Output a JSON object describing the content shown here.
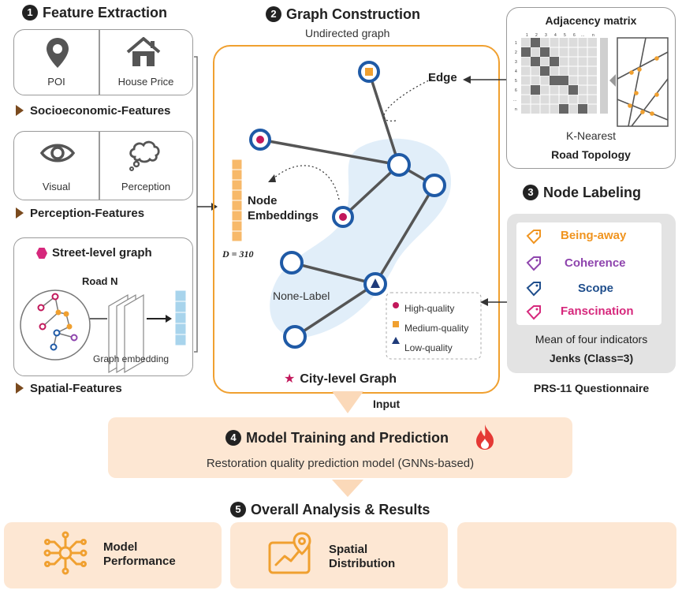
{
  "feature_extraction": {
    "num": "1",
    "title": "Feature Extraction",
    "poi_label": "POI",
    "house_label": "House Price",
    "socio_title": "Socioeconomic-Features",
    "visual_label": "Visual",
    "perception_label": "Perception",
    "perception_title": "Perception-Features",
    "street_title": "Street-level graph",
    "road_label": "Road N",
    "graph_emb_label": "Graph embedding",
    "spatial_title": "Spatial-Features"
  },
  "graph_construction": {
    "num": "2",
    "title": "Graph Construction",
    "subtitle": "Undirected graph",
    "edge_label": "Edge",
    "node_emb_label_1": "Node",
    "node_emb_label_2": "Embeddings",
    "dim_label": "D = 310",
    "none_label": "None-Label",
    "legend_high": "High-quality",
    "legend_medium": "Medium-quality",
    "legend_low": "Low-quality",
    "city_label": "City-level Graph",
    "input_label": "Input"
  },
  "adjacency": {
    "title": "Adjacency matrix",
    "col_ticks": [
      "1",
      "2",
      "3",
      "4",
      "5",
      "6",
      "...",
      "n"
    ],
    "row_ticks": [
      "1",
      "2",
      "3",
      "4",
      "5",
      "6",
      "...",
      "n"
    ],
    "k_nearest": "K-Nearest",
    "road_topology": "Road Topology"
  },
  "node_labeling": {
    "num": "3",
    "title": "Node Labeling",
    "items": [
      {
        "label": "Being-away",
        "color": "#f0941f"
      },
      {
        "label": "Coherence",
        "color": "#8e44ad"
      },
      {
        "label": "Scope",
        "color": "#1f4e8c"
      },
      {
        "label": "Fanscination",
        "color": "#d6287c"
      }
    ],
    "mean_label": "Mean of four indicators",
    "jenks_label": "Jenks (Class=3)",
    "questionnaire": "PRS-11 Questionnaire"
  },
  "model": {
    "num": "4",
    "title": "Model Training and Prediction",
    "subtitle": "Restoration quality prediction model (GNNs-based)"
  },
  "results": {
    "num": "5",
    "title": "Overall Analysis & Results",
    "perf_1": "Model",
    "perf_2": "Performance",
    "spatial_1": "Spatial",
    "spatial_2": "Distribution"
  },
  "colors": {
    "orange": "#f0a030",
    "blue": "#1f5aa6",
    "magenta": "#c2185b",
    "peach": "#fde7d3"
  }
}
